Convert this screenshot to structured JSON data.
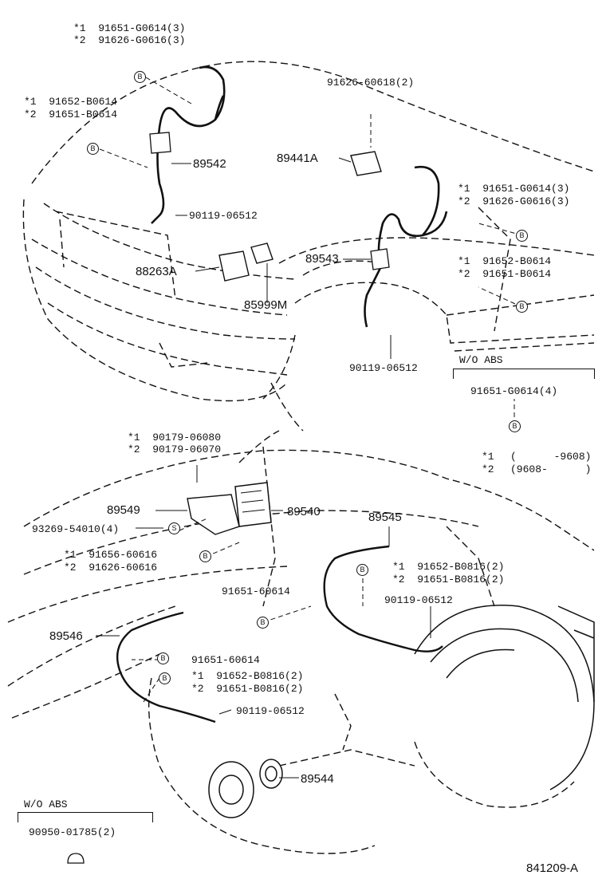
{
  "diagram": {
    "catalog_code": "841209-A",
    "legend": {
      "row1_marker": "*1",
      "row1_value": "(      -9608)",
      "row2_marker": "*2",
      "row2_value": "(9608-      )"
    },
    "without_abs_label": "W/O ABS",
    "front_parts": {
      "p1a": "*1  91651-G0614(3)",
      "p1b": "*2  91626-G0616(3)",
      "p2a": "*1  91652-B0614",
      "p2b": "*2  91651-B0614",
      "p3": "91626-60618(2)",
      "p4": "89441A",
      "p5": "89542",
      "p6a": "*1  91651-G0614(3)",
      "p6b": "*2  91626-G0616(3)",
      "p7": "90119-06512",
      "p8": "88263A",
      "p9": "89543",
      "p10a": "*1  91652-B0614",
      "p10b": "*2  91651-B0614",
      "p11": "85999M",
      "p12": "90119-06512",
      "p13": "91651-G0614(4)"
    },
    "rear_parts": {
      "r1a": "*1  90179-06080",
      "r1b": "*2  90179-06070",
      "r2": "89549",
      "r3": "89540",
      "r4": "93269-54010(4)",
      "r5": "89545",
      "r6a": "*1  91656-60616",
      "r6b": "*2  91626-60616",
      "r7a": "*1  91652-B0816(2)",
      "r7b": "*2  91651-B0816(2)",
      "r8": "91651-60614",
      "r9": "90119-06512",
      "r10": "89546",
      "r11": "91651-60614",
      "r12a": "*1  91652-B0816(2)",
      "r12b": "*2  91651-B0816(2)",
      "r13": "90119-06512",
      "r14": "89544",
      "r15": "90950-01785(2)"
    },
    "markers": {
      "b": "B",
      "s": "S"
    }
  }
}
